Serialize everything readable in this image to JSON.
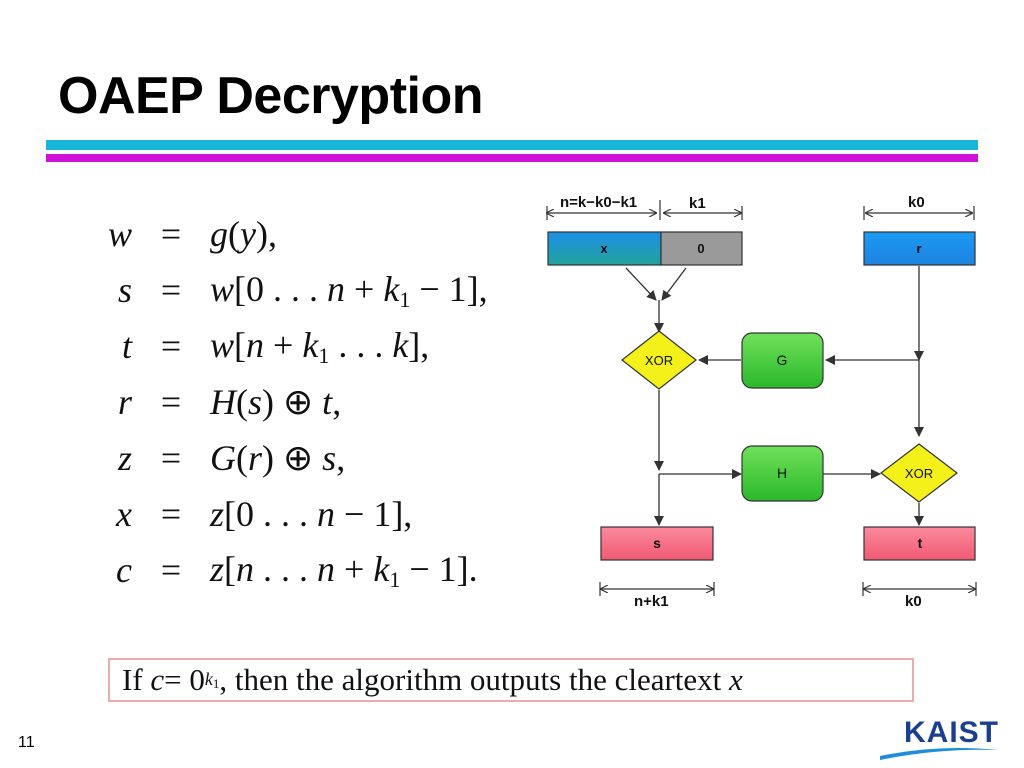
{
  "slide": {
    "title": "OAEP Decryption",
    "number": "11",
    "logo_text": "KAIST"
  },
  "equations": [
    {
      "lhs": "w",
      "rhs": [
        "<i>g</i>(<i>y</i>),"
      ]
    },
    {
      "lhs": "s",
      "rhs": [
        "<i>w</i>[0 . . . <i>n</i> + <i>k</i><sub>1</sub> − 1],"
      ]
    },
    {
      "lhs": "t",
      "rhs": [
        "<i>w</i>[<i>n</i> + <i>k</i><sub>1</sub> . . . <i>k</i>],"
      ]
    },
    {
      "lhs": "r",
      "rhs": [
        "<i>H</i>(<i>s</i>) ⊕ <i>t</i>,"
      ]
    },
    {
      "lhs": "z",
      "rhs": [
        "<i>G</i>(<i>r</i>) ⊕ <i>s</i>,"
      ]
    },
    {
      "lhs": "x",
      "rhs": [
        "<i>z</i>[0 . . . <i>n</i> − 1],"
      ]
    },
    {
      "lhs": "c",
      "rhs": [
        "<i>z</i>[<i>n</i> . . . <i>n</i> + <i>k</i><sub>1</sub> − 1]."
      ]
    }
  ],
  "equation_operator": "=",
  "note": {
    "parts": [
      "If ",
      "c",
      " = 0",
      "k",
      "1",
      ", then the algorithm outputs the cleartext ",
      "x"
    ]
  },
  "diagram": {
    "labels": {
      "n_width": "n=k−k0−k1",
      "k1_width": "k1",
      "k0_width_top": "k0",
      "n_plus_k1_width": "n+k1",
      "k0_width_bottom": "k0"
    },
    "blocks": {
      "x": "x",
      "zero": "0",
      "r": "r",
      "s": "s",
      "t": "t"
    },
    "functions": {
      "G": "G",
      "H": "H"
    },
    "xor_left": "XOR",
    "xor_right": "XOR"
  },
  "colors": {
    "title_rule_cyan": "#19b6dc",
    "title_rule_magenta": "#d012d8",
    "block_blue": "#1e8fe8",
    "block_teal": "#21a39a",
    "block_gray": "#9a9a9a",
    "block_pink": "#f4697f",
    "function_green": "#3fcf3a",
    "xor_yellow": "#f3f01a",
    "note_border": "#f2a9ad",
    "logo_blue": "#1b3f8f"
  },
  "icons": {
    "logo": "kaist-logo"
  }
}
